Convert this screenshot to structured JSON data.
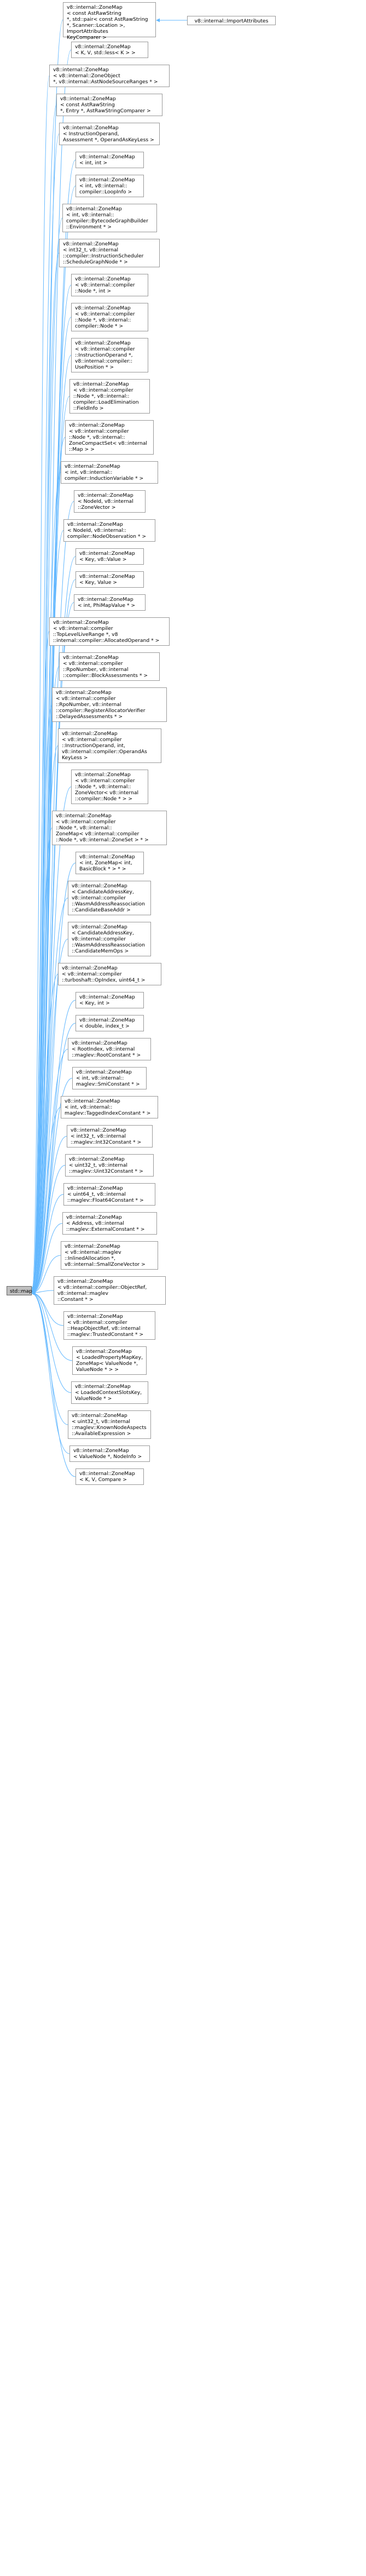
{
  "root_label": "std::map",
  "import_attributes": {
    "map": "v8::internal::ZoneMap\n< const AstRawString\n*, std::pair< const AstRawString\n*, Scanner::Location >, ImportAttributes\nKeyComparer >",
    "target": "v8::internal::ImportAttributes"
  },
  "nodes": [
    "v8::internal::ZoneMap\n< K, V, std::less< K > >",
    "v8::internal::ZoneMap\n< v8::internal::ZoneObject\n*, v8::internal::AstNodeSourceRanges * >",
    "v8::internal::ZoneMap\n< const AstRawString\n*, Entry *, AstRawStringComparer >",
    "v8::internal::ZoneMap\n< InstructionOperand,\nAssessment *, OperandAsKeyLess >",
    "v8::internal::ZoneMap\n< int, int >",
    "v8::internal::ZoneMap\n< int, v8::internal::\ncompiler::LoopInfo >",
    "v8::internal::ZoneMap\n< int, v8::internal::\ncompiler::BytecodeGraphBuilder\n::Environment * >",
    "v8::internal::ZoneMap\n< int32_t, v8::internal\n::compiler::InstructionScheduler\n::ScheduleGraphNode * >",
    "v8::internal::ZoneMap\n< v8::internal::compiler\n::Node *, int >",
    "v8::internal::ZoneMap\n< v8::internal::compiler\n::Node *, v8::internal::\ncompiler::Node * >",
    "v8::internal::ZoneMap\n< v8::internal::compiler\n::InstructionOperand *,\nv8::internal::compiler::\nUsePosition * >",
    "v8::internal::ZoneMap\n< v8::internal::compiler\n::Node *, v8::internal::\ncompiler::LoadElimination\n::FieldInfo >",
    "v8::internal::ZoneMap\n< v8::internal::compiler\n::Node *, v8::internal::\nZoneCompactSet< v8::internal\n::Map > >",
    "v8::internal::ZoneMap\n< int, v8::internal::\ncompiler::InductionVariable * >",
    "v8::internal::ZoneMap\n< NodeId, v8::internal\n::ZoneVector >",
    "v8::internal::ZoneMap\n< NodeId, v8::internal::\ncompiler::NodeObservation * >",
    "v8::internal::ZoneMap\n< Key, v8::Value >",
    "v8::internal::ZoneMap\n< Key, Value >",
    "v8::internal::ZoneMap\n< int, PhiMapValue * >",
    "v8::internal::ZoneMap\n< v8::internal::compiler\n::TopLevelLiveRange *, v8\n::internal::compiler::AllocatedOperand * >",
    "v8::internal::ZoneMap\n< v8::internal::compiler\n::RpoNumber, v8::internal\n::compiler::BlockAssessments * >",
    "v8::internal::ZoneMap\n< v8::internal::compiler\n::RpoNumber, v8::internal\n::compiler::RegisterAllocatorVerifier\n::DelayedAssessments * >",
    "v8::internal::ZoneMap\n< v8::internal::compiler\n::InstructionOperand, int,\nv8::internal::compiler::OperandAs\nKeyLess >",
    "v8::internal::ZoneMap\n< v8::internal::compiler\n::Node *, v8::internal::\nZoneVector< v8::internal\n::compiler::Node * > >",
    "v8::internal::ZoneMap\n< v8::internal::compiler\n::Node *, v8::internal::\nZoneMap< v8::internal::compiler\n::Node *, v8::internal::ZoneSet > * >",
    "v8::internal::ZoneMap\n< int, ZoneMap< int,\nBasicBlock * > * >",
    "v8::internal::ZoneMap\n< CandidateAddressKey,\nv8::internal::compiler\n::WasmAddressReassociation\n::CandidateBaseAddr >",
    "v8::internal::ZoneMap\n< CandidateAddressKey,\nv8::internal::compiler\n::WasmAddressReassociation\n::CandidateMemOps >",
    "v8::internal::ZoneMap\n< v8::internal::compiler\n::turboshaft::OpIndex, uint64_t >",
    "v8::internal::ZoneMap\n< Key, int >",
    "v8::internal::ZoneMap\n< double, index_t >",
    "v8::internal::ZoneMap\n< RootIndex, v8::internal\n::maglev::RootConstant * >",
    "v8::internal::ZoneMap\n< int, v8::internal::\nmaglev::SmiConstant * >",
    "v8::internal::ZoneMap\n< int, v8::internal::\nmaglev::TaggedIndexConstant * >",
    "v8::internal::ZoneMap\n< int32_t, v8::internal\n::maglev::Int32Constant * >",
    "v8::internal::ZoneMap\n< uint32_t, v8::internal\n::maglev::Uint32Constant * >",
    "v8::internal::ZoneMap\n< uint64_t, v8::internal\n::maglev::Float64Constant * >",
    "v8::internal::ZoneMap\n< Address, v8::internal\n::maglev::ExternalConstant * >",
    "v8::internal::ZoneMap\n< v8::internal::maglev\n::InlinedAllocation *,\nv8::internal::SmallZoneVector >",
    "v8::internal::ZoneMap\n< v8::internal::compiler::ObjectRef,\nv8::internal::maglev\n::Constant * >",
    "v8::internal::ZoneMap\n< v8::internal::compiler\n::HeapObjectRef, v8::internal\n::maglev::TrustedConstant * >",
    "v8::internal::ZoneMap\n< LoadedPropertyMapKey,\nZoneMap< ValueNode *,\nValueNode * > >",
    "v8::internal::ZoneMap\n< LoadedContextSlotsKey,\nValueNode * >",
    "v8::internal::ZoneMap\n< uint32_t, v8::internal\n::maglev::KnownNodeAspects\n::AvailableExpression >",
    "v8::internal::ZoneMap\n< ValueNode *, NodeInfo >",
    "v8::internal::ZoneMap\n< K, V, Compare >"
  ],
  "colors": {
    "edge": "#63b8ff",
    "node_border": "#999999",
    "root_fill": "#bfbfbf",
    "root_border": "#666666"
  }
}
